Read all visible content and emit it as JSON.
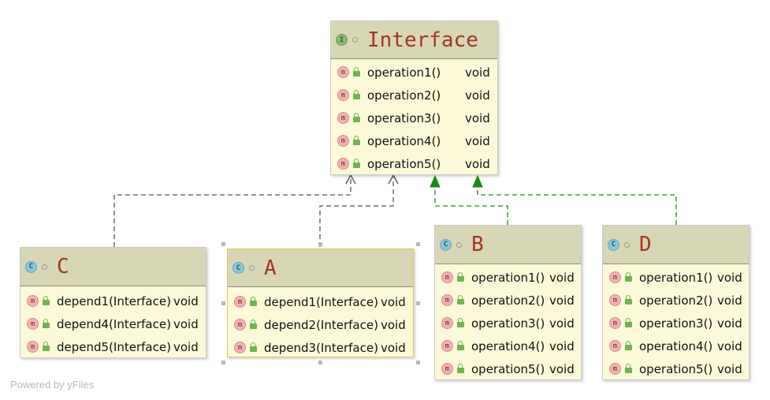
{
  "nodes": {
    "interface": {
      "badge": "I",
      "title": "Interface",
      "members": [
        {
          "badge": "m",
          "name": "operation1()",
          "type": "void"
        },
        {
          "badge": "m",
          "name": "operation2()",
          "type": "void"
        },
        {
          "badge": "m",
          "name": "operation3()",
          "type": "void"
        },
        {
          "badge": "m",
          "name": "operation4()",
          "type": "void"
        },
        {
          "badge": "m",
          "name": "operation5()",
          "type": "void"
        }
      ]
    },
    "c": {
      "badge": "C",
      "title": "C",
      "members": [
        {
          "badge": "m",
          "name": "depend1(Interface)",
          "type": "void"
        },
        {
          "badge": "m",
          "name": "depend4(Interface)",
          "type": "void"
        },
        {
          "badge": "m",
          "name": "depend5(Interface)",
          "type": "void"
        }
      ]
    },
    "a": {
      "badge": "C",
      "title": "A",
      "members": [
        {
          "badge": "m",
          "name": "depend1(Interface)",
          "type": "void"
        },
        {
          "badge": "m",
          "name": "depend2(Interface)",
          "type": "void"
        },
        {
          "badge": "m",
          "name": "depend3(Interface)",
          "type": "void"
        }
      ]
    },
    "b": {
      "badge": "C",
      "title": "B",
      "members": [
        {
          "badge": "m",
          "name": "operation1()",
          "type": "void"
        },
        {
          "badge": "m",
          "name": "operation2()",
          "type": "void"
        },
        {
          "badge": "m",
          "name": "operation3()",
          "type": "void"
        },
        {
          "badge": "m",
          "name": "operation4()",
          "type": "void"
        },
        {
          "badge": "m",
          "name": "operation5()",
          "type": "void"
        }
      ]
    },
    "d": {
      "badge": "C",
      "title": "D",
      "members": [
        {
          "badge": "m",
          "name": "operation1()",
          "type": "void"
        },
        {
          "badge": "m",
          "name": "operation2()",
          "type": "void"
        },
        {
          "badge": "m",
          "name": "operation3()",
          "type": "void"
        },
        {
          "badge": "m",
          "name": "operation4()",
          "type": "void"
        },
        {
          "badge": "m",
          "name": "operation5()",
          "type": "void"
        }
      ]
    }
  },
  "edges": [
    {
      "from": "C",
      "to": "Interface",
      "kind": "dependency"
    },
    {
      "from": "A",
      "to": "Interface",
      "kind": "dependency"
    },
    {
      "from": "B",
      "to": "Interface",
      "kind": "realization"
    },
    {
      "from": "D",
      "to": "Interface",
      "kind": "realization"
    }
  ],
  "colors": {
    "dependency": "#555555",
    "realization": "#1a8a1a",
    "title": "#a4361e",
    "node_fill": "#fcf9d8",
    "header_fill": "#d8d7b5",
    "selection": "#e8c64a"
  },
  "watermark": "Powered by yFiles"
}
